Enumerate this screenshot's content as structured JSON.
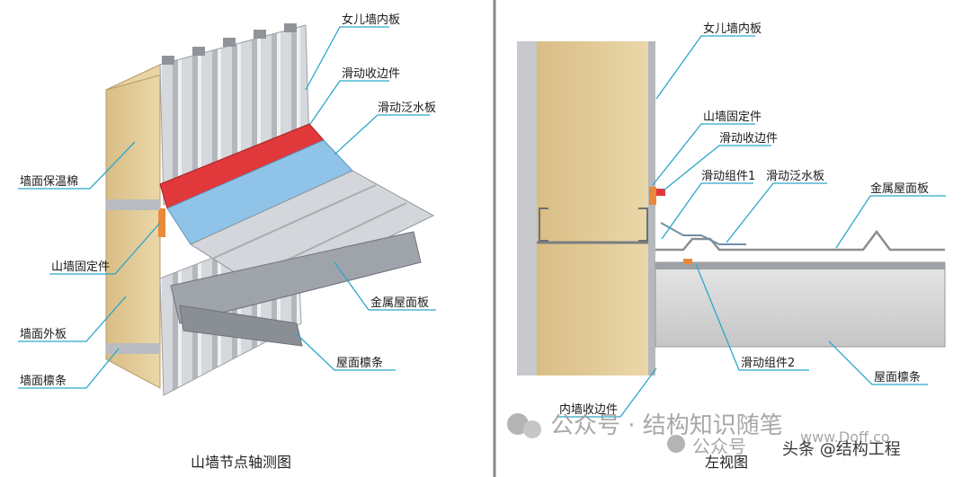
{
  "left_view": {
    "caption": "山墙节点轴测图",
    "labels": {
      "parapet_inner_panel": "女儿墙内板",
      "sliding_trim": "滑动收边件",
      "sliding_flashing": "滑动泛水板",
      "wall_insulation": "墙面保温棉",
      "gable_fixing": "山墙固定件",
      "metal_roof_panel": "金属屋面板",
      "wall_outer_panel": "墙面外板",
      "wall_purlin": "墙面檩条",
      "roof_purlin": "屋面檩条"
    }
  },
  "right_view": {
    "caption": "左视图",
    "labels": {
      "parapet_inner_panel": "女儿墙内板",
      "gable_fixing": "山墙固定件",
      "sliding_trim": "滑动收边件",
      "sliding_assembly_1": "滑动组件1",
      "sliding_flashing": "滑动泛水板",
      "metal_roof_panel": "金属屋面板",
      "sliding_assembly_2": "滑动组件2",
      "roof_purlin": "屋面檩条",
      "inner_wall_trim": "内墙收边件"
    }
  },
  "watermarks": {
    "wechat": "公众号 · 结构知识随笔",
    "wechat_small": "公众号",
    "toutiao": "头条 @结构工程",
    "url_fragment": "www.Doff.co"
  },
  "colors": {
    "leader": "#2aa7c9",
    "insulation": "#e0c795",
    "trim_red": "#e0383b",
    "flashing_blue": "#8fc4e8",
    "steel": "#c9ccd0"
  }
}
